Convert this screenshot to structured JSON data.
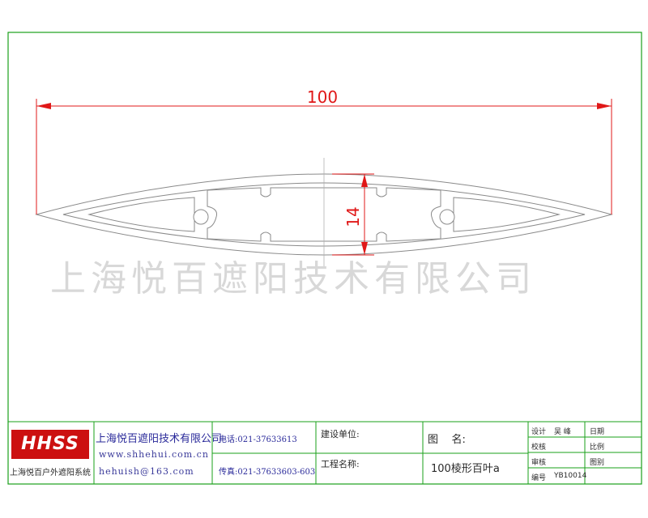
{
  "drawing": {
    "dimension_length": "100",
    "dimension_thickness": "14"
  },
  "watermark": "上海悦百遮阳技术有限公司",
  "title_block": {
    "logo_text": "HHSS",
    "company_slogan": "上海悦百户外遮阳系统",
    "company_name": "上海悦百遮阳技术有限公司",
    "website": "www.shhehui.com.cn",
    "email": "hehuish@163.com",
    "phone": "电话:021-37633613",
    "fax": "传真:021-37633603-603",
    "client_label": "建设单位:",
    "project_label": "工程名称:",
    "drawing_name_label": "图    名:",
    "drawing_name": "100棱形百叶a",
    "design_label": "设计",
    "design_value": "吴 峰",
    "date_label": "日期",
    "check_label": "校核",
    "scale_label": "比例",
    "review_label": "审核",
    "drawing_no_label": "图别",
    "number_label": "编号",
    "number_value": "YB10014"
  },
  "colors": {
    "frame": "#1aa01a",
    "dimension": "#e01818",
    "logo": "#cc1010"
  }
}
